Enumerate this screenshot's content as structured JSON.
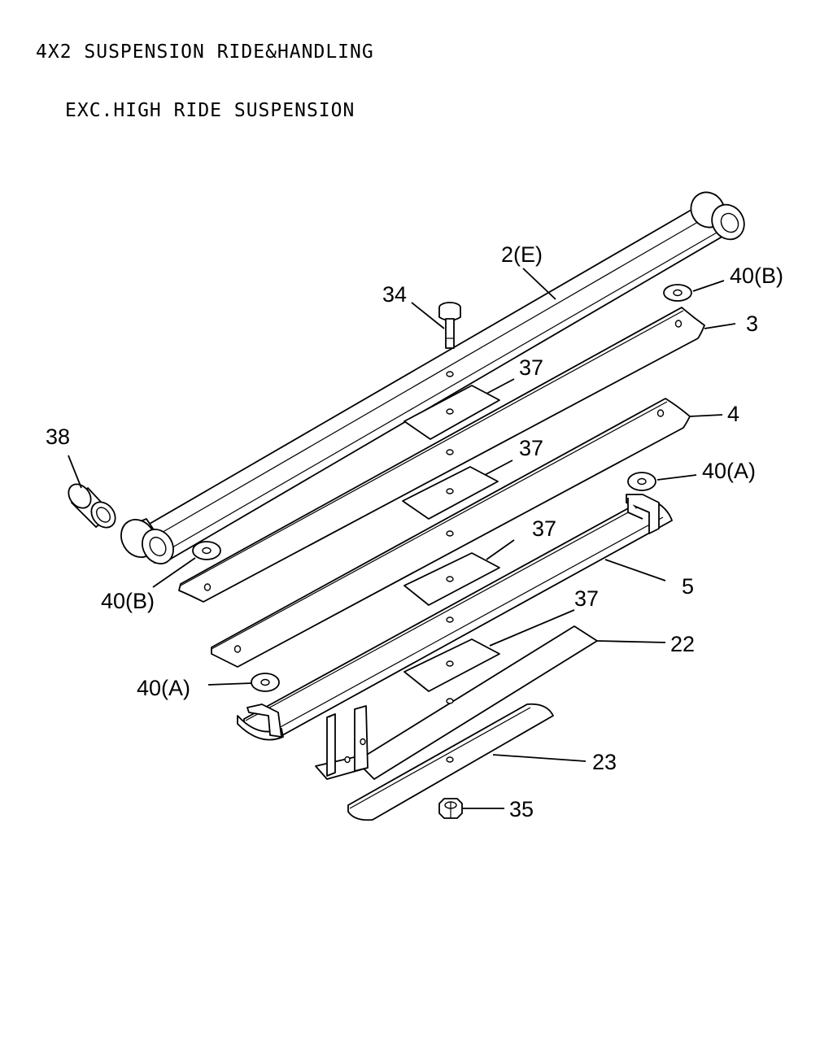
{
  "title": {
    "line1": "4X2 SUSPENSION RIDE&HANDLING",
    "line2": "EXC.HIGH RIDE SUSPENSION"
  },
  "callouts": {
    "c_2e": "2(E)",
    "c_34": "34",
    "c_40b_top": "40(B)",
    "c_3": "3",
    "c_37_a": "37",
    "c_4": "4",
    "c_37_b": "37",
    "c_38": "38",
    "c_40a_top": "40(A)",
    "c_37_c": "37",
    "c_5": "5",
    "c_40b_left": "40(B)",
    "c_37_d": "37",
    "c_22": "22",
    "c_40a_left": "40(A)",
    "c_23": "23",
    "c_35": "35"
  }
}
